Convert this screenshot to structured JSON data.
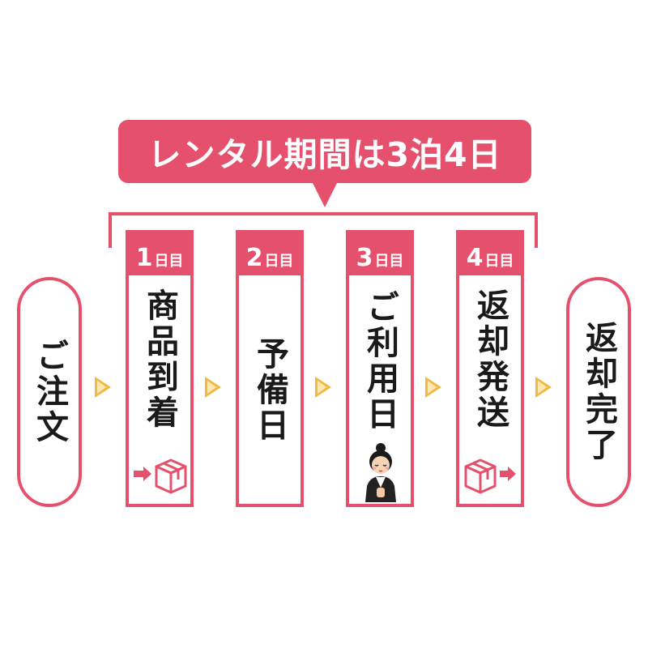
{
  "title": "レンタル期間は3泊4日",
  "start": {
    "label": "ご注文"
  },
  "days": [
    {
      "number": "1",
      "unit": "日目",
      "label": "商品到着",
      "icon": "box-arrive-icon"
    },
    {
      "number": "2",
      "unit": "日目",
      "label": "予備日"
    },
    {
      "number": "3",
      "unit": "日目",
      "label": "ご利用日",
      "icon": "bowing-person-icon"
    },
    {
      "number": "4",
      "unit": "日目",
      "label": "返却発送",
      "icon": "box-send-icon"
    }
  ],
  "end": {
    "label": "返却完了"
  },
  "colors": {
    "accent": "#e5506c",
    "arrow": "#f5b840",
    "arrow_inner": "#fde9b6"
  }
}
